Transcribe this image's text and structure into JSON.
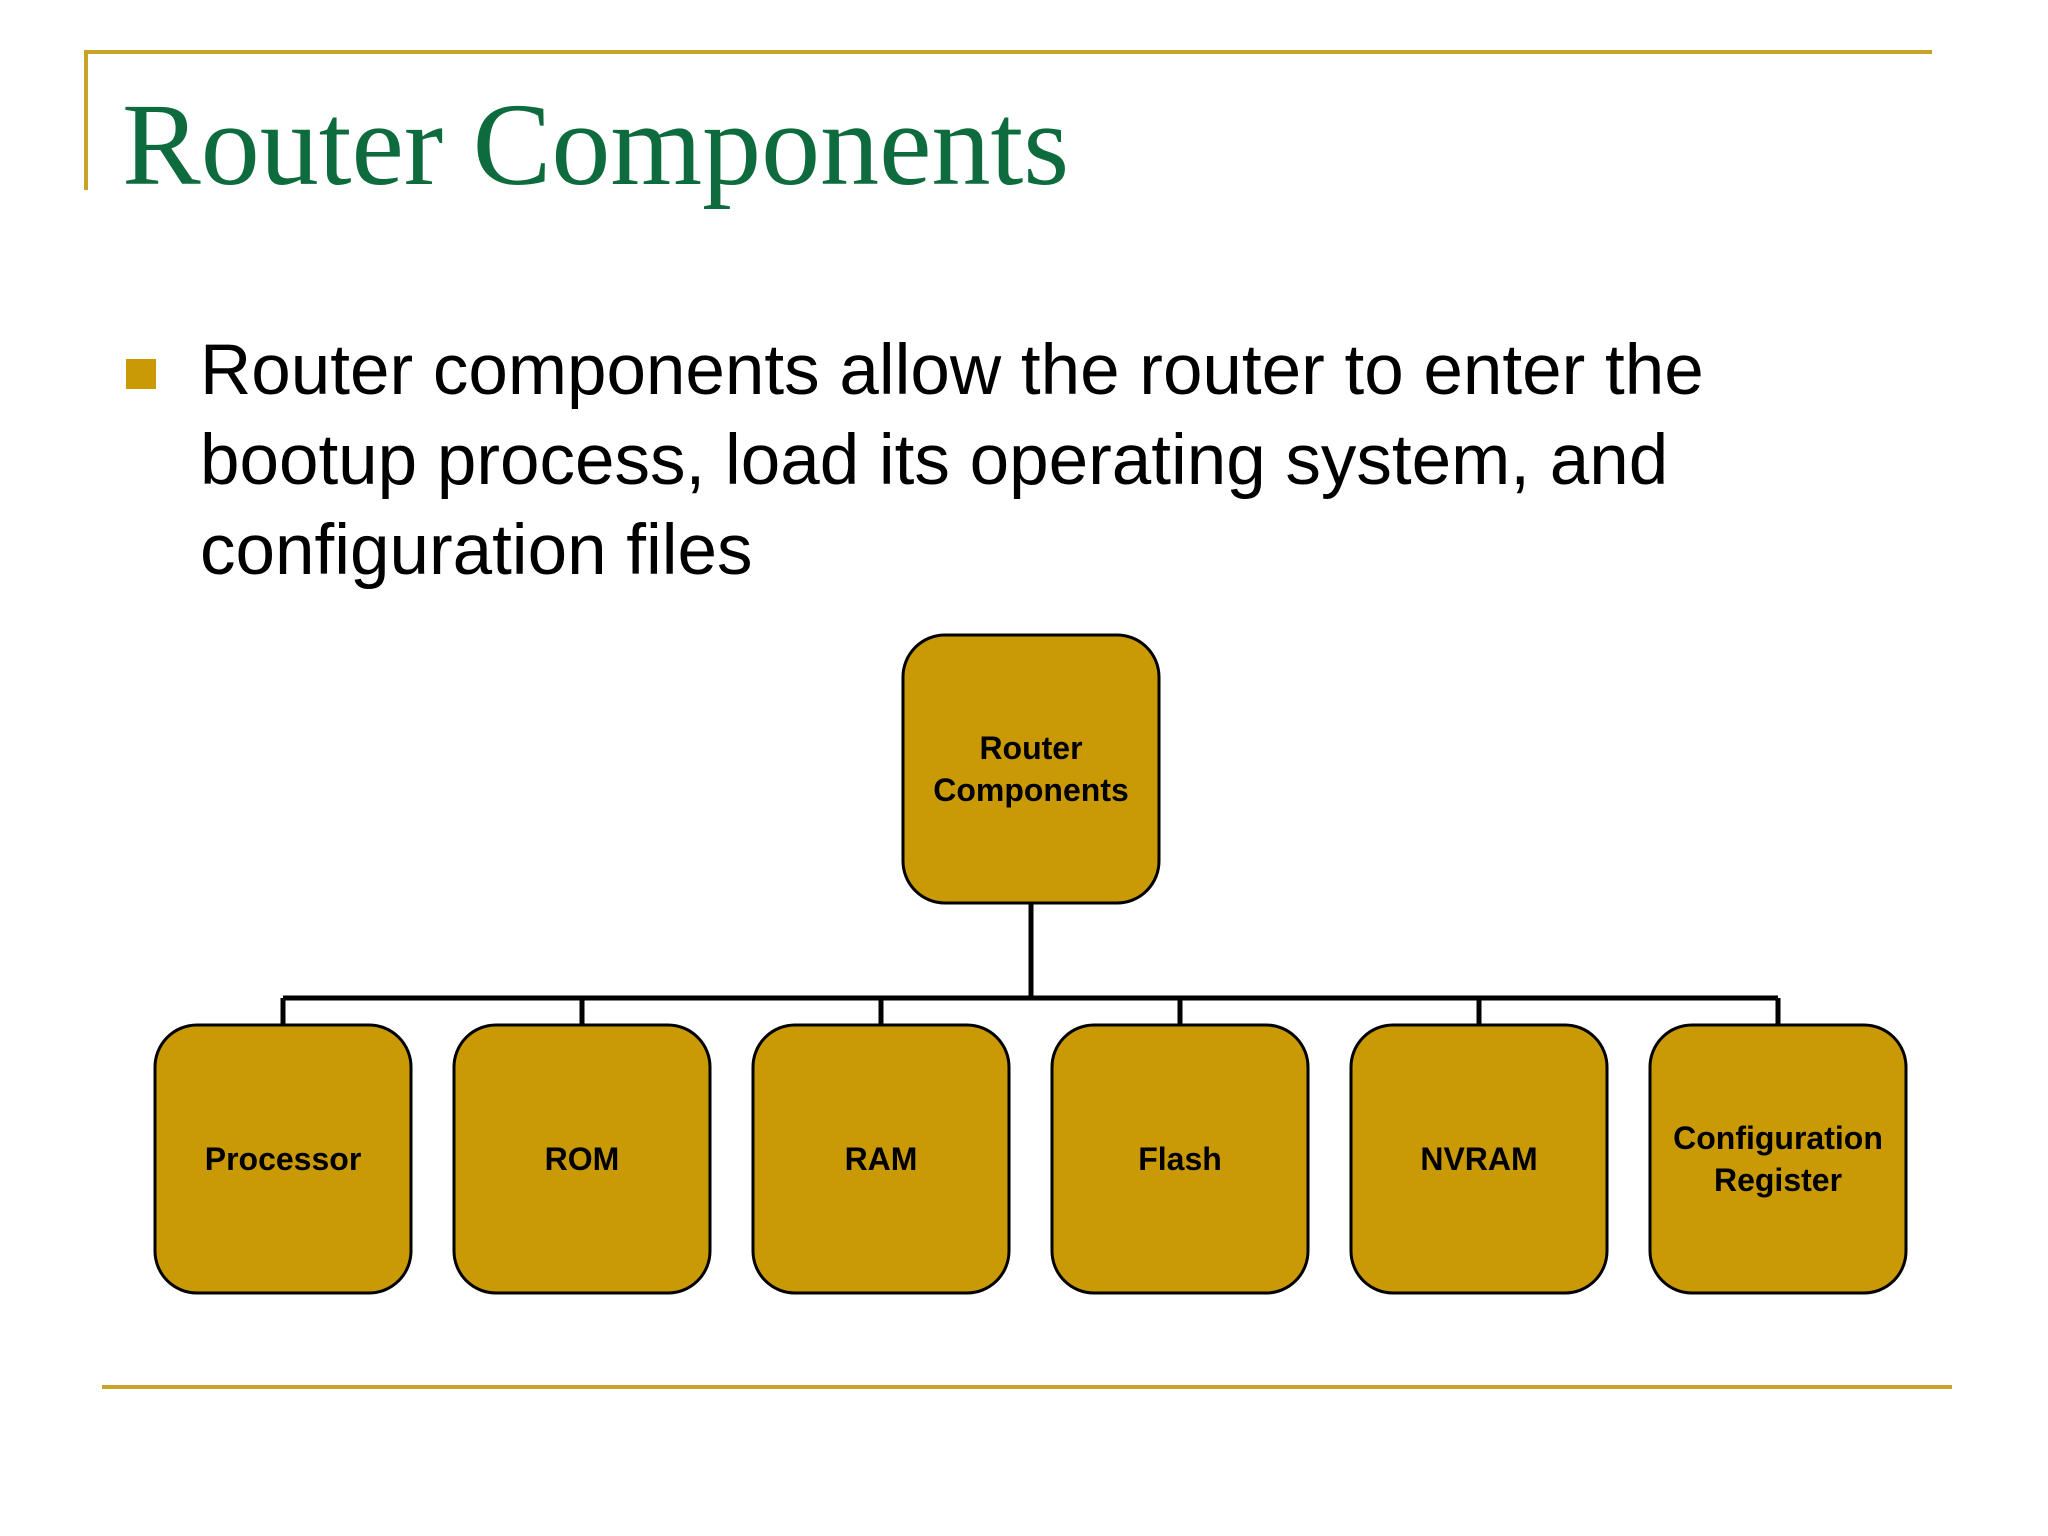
{
  "slide": {
    "title": "Router Components",
    "bullet_text": "Router components allow the router to enter the bootup process, load its operating system, and configuration files"
  },
  "diagram": {
    "root": {
      "label_lines": [
        "Router",
        "Components"
      ]
    },
    "children": [
      {
        "label_lines": [
          "Processor"
        ]
      },
      {
        "label_lines": [
          "ROM"
        ]
      },
      {
        "label_lines": [
          "RAM"
        ]
      },
      {
        "label_lines": [
          "Flash"
        ]
      },
      {
        "label_lines": [
          "NVRAM"
        ]
      },
      {
        "label_lines": [
          "Configuration",
          "Register"
        ]
      }
    ]
  },
  "colors": {
    "title": "#0e6b3e",
    "accent_rule": "#c9a227",
    "bullet": "#c99a06",
    "node_fill": "#c99a06",
    "node_stroke": "#000000"
  }
}
